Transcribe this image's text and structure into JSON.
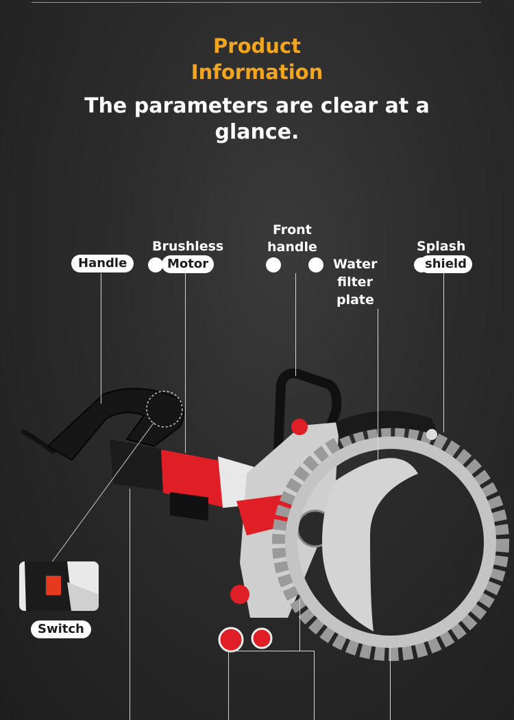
{
  "header": {
    "title_line1": "Product",
    "title_line2": "Information",
    "subtitle_line1": "The parameters are clear at a",
    "subtitle_line2": "glance."
  },
  "callouts": {
    "handle": "Handle",
    "brushless_line1": "Brushless",
    "brushless_line2": "Motor",
    "front_handle_line1": "Front",
    "front_handle_line2": "handle",
    "water_line1": "Water",
    "water_line2": "filter",
    "water_line3": "plate",
    "splash_line1": "Splash",
    "splash_line2": "shield",
    "switch": "Switch"
  },
  "colors": {
    "accent": "#f2a51e",
    "tool_red": "#e01e25",
    "background": "#2b2b2b"
  }
}
